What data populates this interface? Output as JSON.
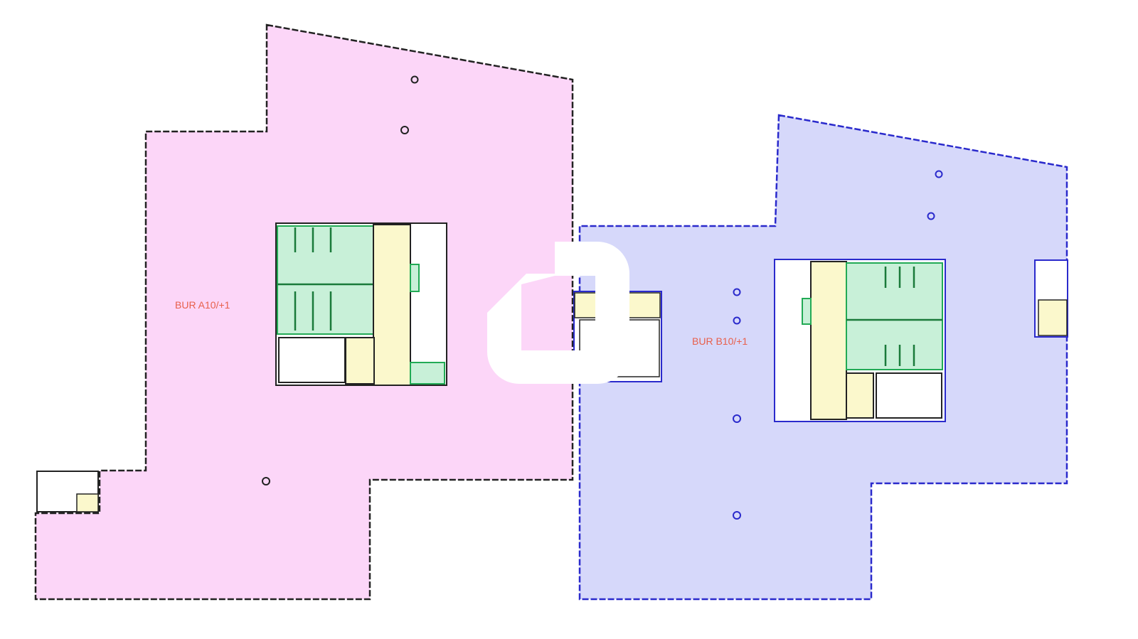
{
  "floor_plan": {
    "zones": [
      {
        "id": "zone-a",
        "label": "BUR A10/+1",
        "fill": "#fcd6f8",
        "stroke": "#222222"
      },
      {
        "id": "zone-b",
        "label": "BUR B10/+1",
        "fill": "#d6d8fa",
        "stroke": "#2a2acc"
      }
    ],
    "colors": {
      "sanitary": "#c8f0d8",
      "sanitary_stroke": "#22aa55",
      "circulation": "#fbf8cc",
      "label": "#e8604c"
    },
    "logo": "building-logo-watermark"
  }
}
